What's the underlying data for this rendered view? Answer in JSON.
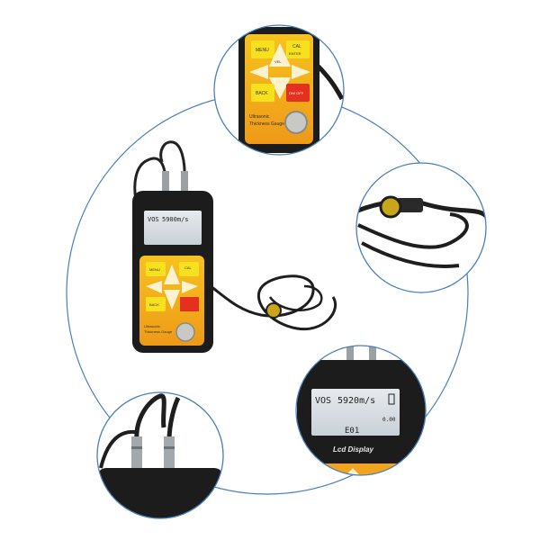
{
  "product": {
    "keypad": {
      "menu": "MENU",
      "cal": "CAL",
      "enter": "ENTER",
      "vel": "VEL",
      "back": "BACK",
      "on_off": "ON/ OFF"
    },
    "brand_line1": "Ultrasonic",
    "brand_line2": "Thickness Gauge"
  },
  "main_display": {
    "mode": "VOS",
    "reading": "5900m/s"
  },
  "zoom_display": {
    "mode": "VOS",
    "reading": "5920m/s",
    "small_value": "0.00",
    "code": "E01",
    "caption": "Lcd Display"
  },
  "colors": {
    "body": "#1a1a1a",
    "keypad_orange": "#f2a51c",
    "keypad_yellow": "#f7e11f",
    "key_red": "#e53020",
    "lcd": "#d8dde3",
    "ring": "#4a7fb8"
  }
}
